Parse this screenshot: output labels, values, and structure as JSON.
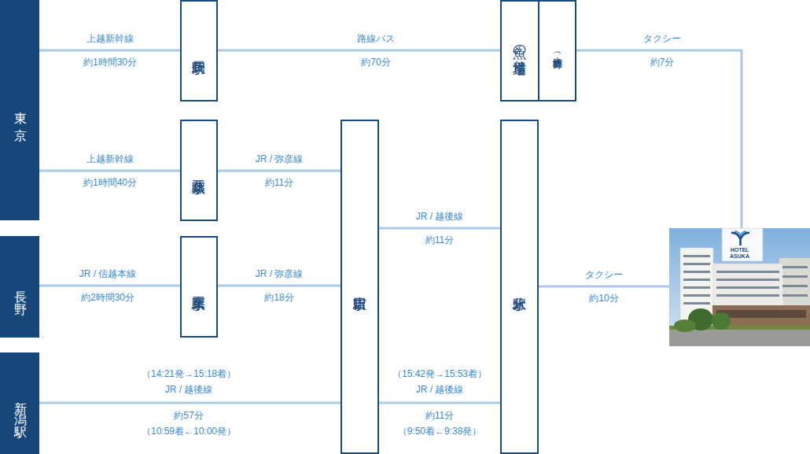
{
  "diagram": {
    "nodes": [
      {
        "text": [
          "東京"
        ]
      },
      {
        "text": [
          "長岡駅"
        ]
      },
      {
        "text": [
          "魚の市場通り",
          "（寺泊坂井町）"
        ]
      },
      {
        "text": [
          "燕三条駅"
        ]
      },
      {
        "text": [
          "吉田駅"
        ]
      },
      {
        "text": [
          "分水駅"
        ]
      },
      {
        "text": [
          "長野"
        ]
      },
      {
        "text": [
          "東三条駅"
        ]
      },
      {
        "text": [
          "HOTEL ASUKA"
        ]
      },
      {
        "text": [
          "新潟駅"
        ]
      }
    ],
    "edges": [
      {
        "from": 0,
        "to": 1,
        "arrow": "none",
        "label": "上越新幹線 約1時間30分"
      },
      {
        "from": 1,
        "to": 2,
        "arrow": "none",
        "label": "路線バス 約70分"
      },
      {
        "from": 2,
        "to": 8,
        "arrow": "none",
        "label": "タクシー 約7分"
      },
      {
        "from": 0,
        "to": 3,
        "arrow": "none",
        "label": "上越新幹線 約1時間40分"
      },
      {
        "from": 3,
        "to": 4,
        "arrow": "none",
        "label": "JR / 弥彦線 約11分"
      },
      {
        "from": 6,
        "to": 7,
        "arrow": "none",
        "label": "JR / 信越本線 約2時間30分"
      },
      {
        "from": 7,
        "to": 4,
        "arrow": "none",
        "label": "JR / 弥彦線 約18分"
      },
      {
        "from": 4,
        "to": 5,
        "arrow": "none",
        "label": "JR / 越後線 約11分"
      },
      {
        "from": 5,
        "to": 8,
        "arrow": "none",
        "label": "タクシー 約10分"
      },
      {
        "from": 9,
        "to": 4,
        "arrow": "none",
        "label": "JR / 越後線 約57分"
      },
      {
        "from": 4,
        "to": 5,
        "arrow": "none",
        "label": "JR / 越後線 約11分"
      }
    ],
    "labels": [
      "（14:21発→15:18着）",
      "（10:59着←10:00発）",
      "（15:42発→15:53着）",
      "（9:50着←9:38発）"
    ]
  }
}
